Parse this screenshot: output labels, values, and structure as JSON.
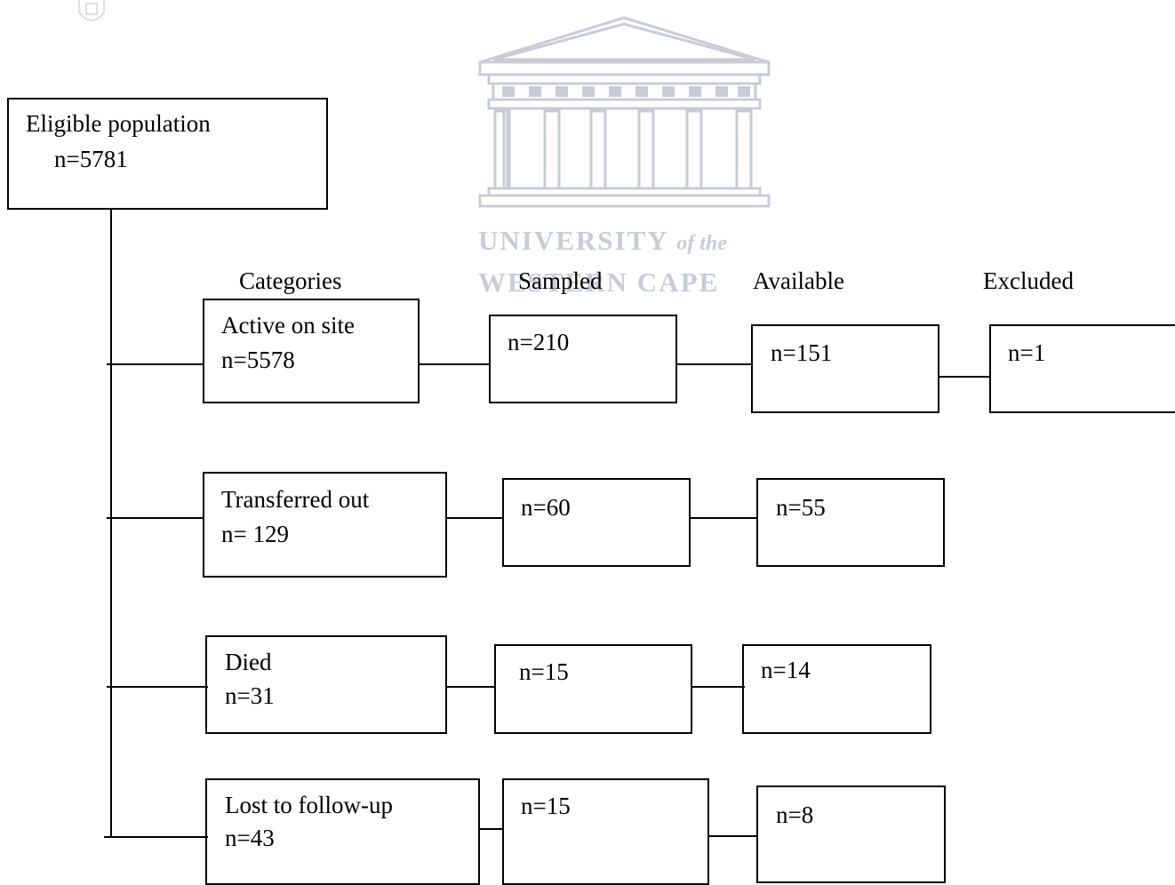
{
  "watermark": {
    "line1": "UNIVERSITY",
    "line1_suffix": "of the",
    "line2": "WESTERN CAPE",
    "color": "#c9ccd6"
  },
  "eligible": {
    "label": "Eligible population",
    "count": "n=5781"
  },
  "headers": {
    "categories": "Categories",
    "sampled": "Sampled",
    "available": "Available",
    "excluded": "Excluded"
  },
  "rows": [
    {
      "category": "Active on site",
      "category_count": "n=5578",
      "sampled": "n=210",
      "available": "n=151",
      "excluded": "n=1"
    },
    {
      "category": "Transferred out",
      "category_count": "n= 129",
      "sampled": "n=60",
      "available": "n=55"
    },
    {
      "category": "Died",
      "category_count": "n=31",
      "sampled": "n=15",
      "available": "n=14"
    },
    {
      "category": "Lost to follow-up",
      "category_count": "n=43",
      "sampled": "n=15",
      "available": "n=8"
    }
  ]
}
